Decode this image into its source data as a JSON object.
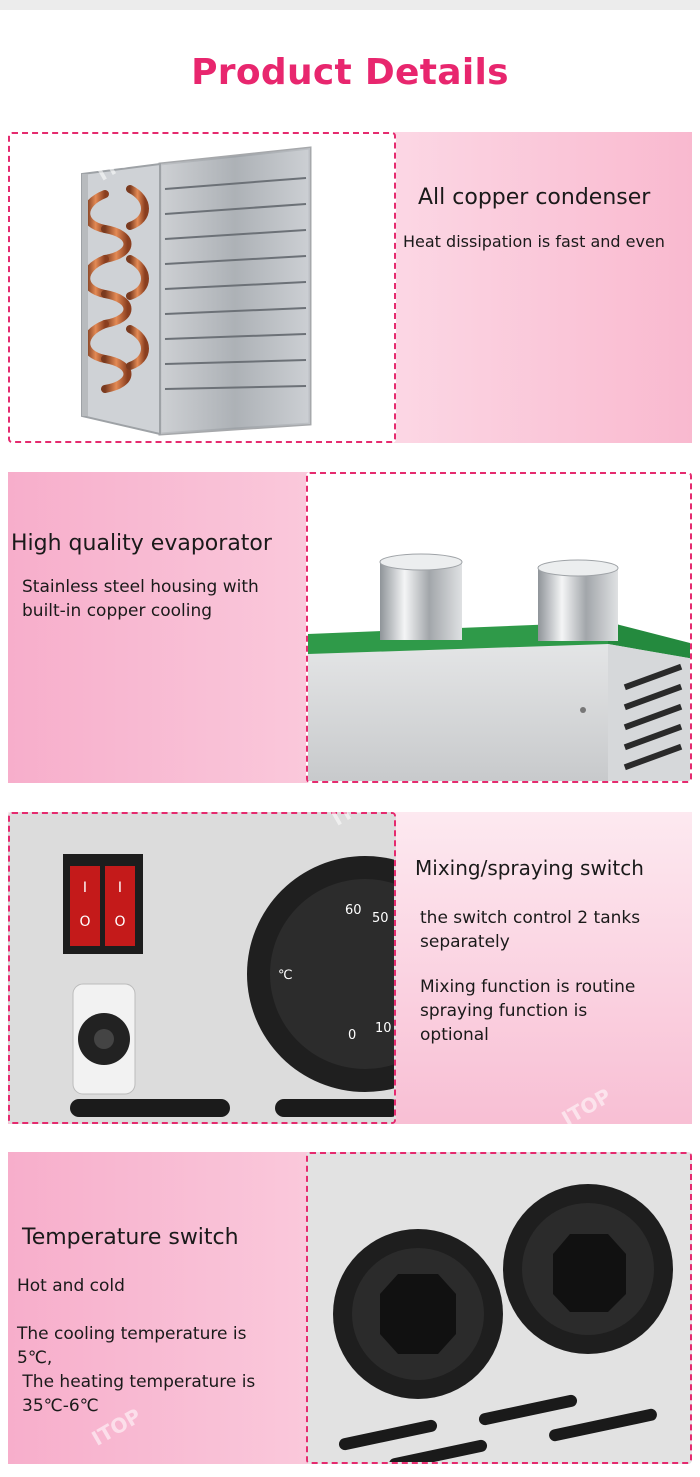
{
  "page": {
    "title": "Product Details"
  },
  "sections": [
    {
      "heading": "All copper condenser",
      "lines": [
        "Heat dissipation is fast and even"
      ]
    },
    {
      "heading": "High quality evaporator",
      "lines": [
        "Stainless steel housing with",
        "built-in copper cooling"
      ]
    },
    {
      "heading": "Mixing/spraying switch",
      "lines": [
        "the switch control 2 tanks",
        "separately",
        "Mixing function is routine",
        "spraying function is",
        "optional"
      ]
    },
    {
      "heading": "Temperature switch",
      "lines": [
        "Hot and cold",
        "The cooling temperature is",
        "5℃,",
        " The heating temperature is",
        "35℃-6℃"
      ]
    }
  ],
  "product_images": {
    "switch_labels": {
      "on": "I",
      "off": "O"
    },
    "dial_numbers": [
      "60",
      "50",
      "0",
      "10"
    ],
    "dial_units": [
      "℃"
    ],
    "watermark": "ITOP"
  },
  "colors": {
    "accent": "#e8266e",
    "border": "#e52b6f",
    "pink": "#f9b9cf"
  }
}
